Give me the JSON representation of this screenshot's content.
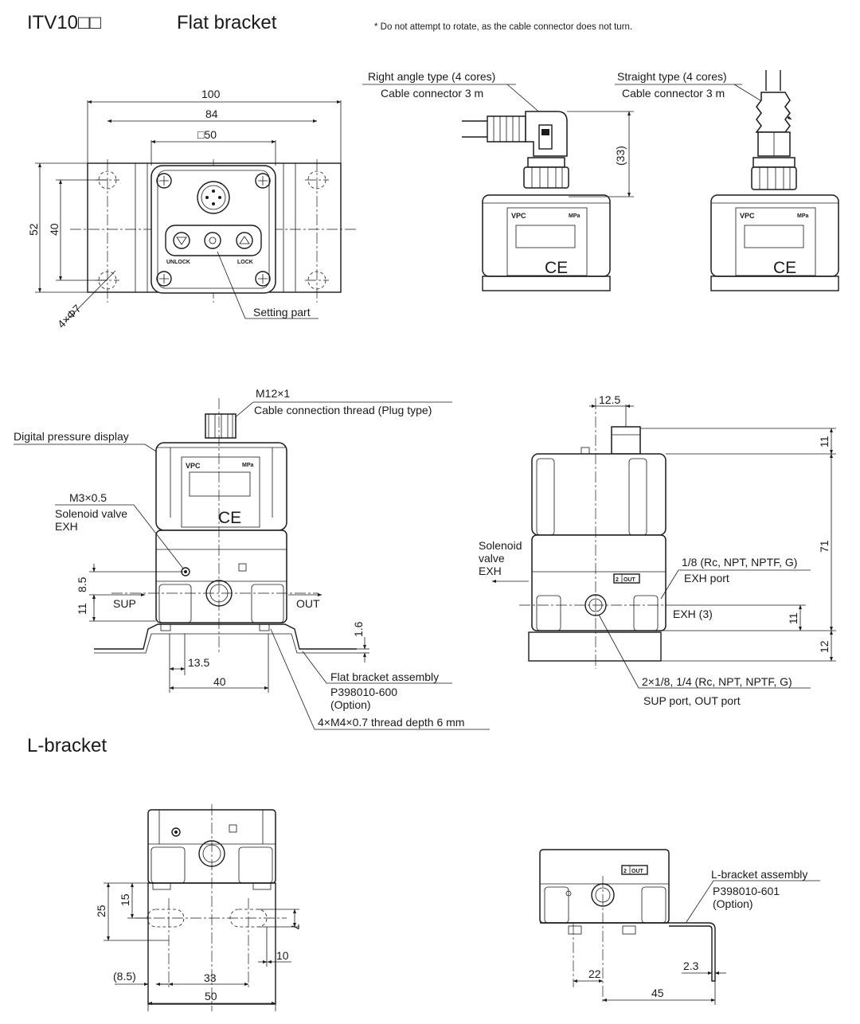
{
  "header": {
    "model": "ITV10□□",
    "section_flat": "Flat bracket",
    "note": "* Do not attempt to rotate, as the cable connector does not turn."
  },
  "top_view": {
    "dims": {
      "w100": "100",
      "w84": "84",
      "sq50": "□50",
      "h52": "52",
      "h40": "40",
      "holes": "4×Φ7"
    },
    "labels": {
      "unlock": "UNLOCK",
      "lock": "LOCK",
      "setting_part": "Setting part"
    }
  },
  "connectors": {
    "right_angle": {
      "line1": "Right angle type (4 cores)",
      "line2": "Cable connector 3 m"
    },
    "straight": {
      "line1": "Straight type (4 cores)",
      "line2": "Cable connector 3 m"
    },
    "dim33": "(33)",
    "vpc": "VPC",
    "mpa": "MPa",
    "ce": "CE"
  },
  "front_view": {
    "thread_spec": "M12×1",
    "thread_desc": "Cable connection thread (Plug type)",
    "display_label": "Digital pressure display",
    "solenoid_spec": "M3×0.5",
    "solenoid_l1": "Solenoid valve",
    "solenoid_l2": "EXH",
    "sup": "SUP",
    "out": "OUT",
    "dims": {
      "d8_5": "8.5",
      "d11": "11",
      "d1_6": "1.6",
      "d13_5": "13.5",
      "d40": "40"
    },
    "bracket_l1": "Flat bracket assembly",
    "bracket_l2": "P398010-600",
    "bracket_l3": "(Option)",
    "thread_depth": "4×M4×0.7 thread depth 6 mm"
  },
  "side_view": {
    "dims": {
      "d12_5": "12.5",
      "d11_top": "11",
      "d71": "71",
      "d11_exh": "11",
      "d12": "12"
    },
    "solenoid_l1": "Solenoid",
    "solenoid_l2": "valve",
    "solenoid_l3": "EXH",
    "exh_spec": "1/8 (Rc, NPT, NPTF, G)",
    "exh_port": "EXH port",
    "exh3": "EXH (3)",
    "out_badge_num": "2",
    "out_badge_txt": "OUT",
    "ports_spec": "2×1/8, 1/4 (Rc, NPT, NPTF, G)",
    "ports_name": "SUP port, OUT port"
  },
  "lbracket": {
    "title": "L-bracket",
    "dims": {
      "d25": "25",
      "d15": "15",
      "d7": "7",
      "d10": "10",
      "d8_5": "(8.5)",
      "d33": "33",
      "d50": "50",
      "d22": "22",
      "d2_3": "2.3",
      "d45": "45"
    },
    "assembly_l1": "L-bracket assembly",
    "assembly_l2": "P398010-601",
    "assembly_l3": "(Option)",
    "out_badge_num": "2",
    "out_badge_txt": "OUT"
  }
}
